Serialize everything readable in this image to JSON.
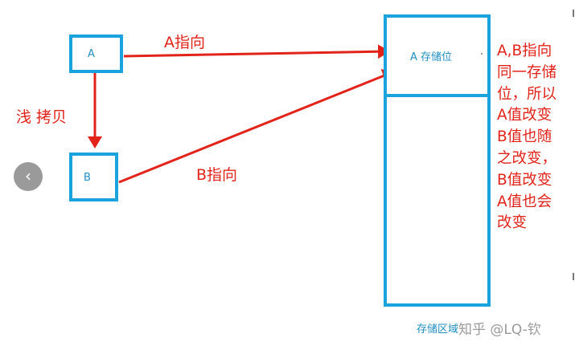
{
  "nodes": {
    "a": {
      "label": "A"
    },
    "b": {
      "label": "B"
    },
    "storage": {
      "slot_label": "A  存储位",
      "region_label": "存储区域"
    }
  },
  "edges": {
    "a_to_storage": "A指向",
    "b_to_storage": "B指向",
    "a_to_b": "浅 拷贝"
  },
  "note": {
    "lines": [
      "A,B指向",
      "同一存储",
      "位，所以",
      "A值改变",
      "B值也随",
      "之改变，",
      "B值改变",
      "A值也会",
      "改变"
    ]
  },
  "watermark": "知乎 @LQ-钦",
  "colors": {
    "box_border": "#1aa3dc",
    "arrow": "#e2231a",
    "text_blue": "#1f8fc4"
  },
  "icons": {
    "back": "chevron-left-icon"
  }
}
